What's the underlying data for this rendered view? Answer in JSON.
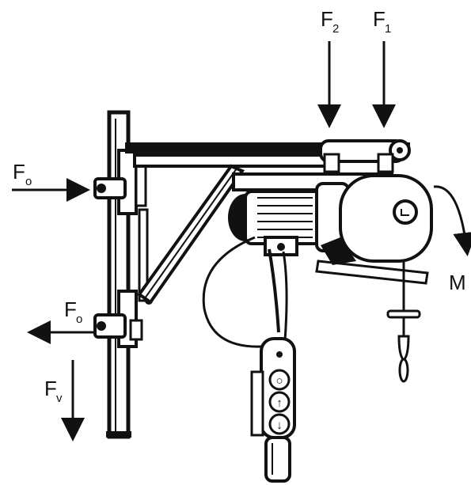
{
  "labels": {
    "f2": {
      "main": "F",
      "sub": "2"
    },
    "f1": {
      "main": "F",
      "sub": "1"
    },
    "fo_top": {
      "main": "F",
      "sub": "o"
    },
    "fo_bottom": {
      "main": "F",
      "sub": "o"
    },
    "fv": {
      "main": "F",
      "sub": "v"
    },
    "m": {
      "main": "M"
    }
  },
  "pendant_buttons": [
    "○",
    "↑",
    "↓"
  ]
}
